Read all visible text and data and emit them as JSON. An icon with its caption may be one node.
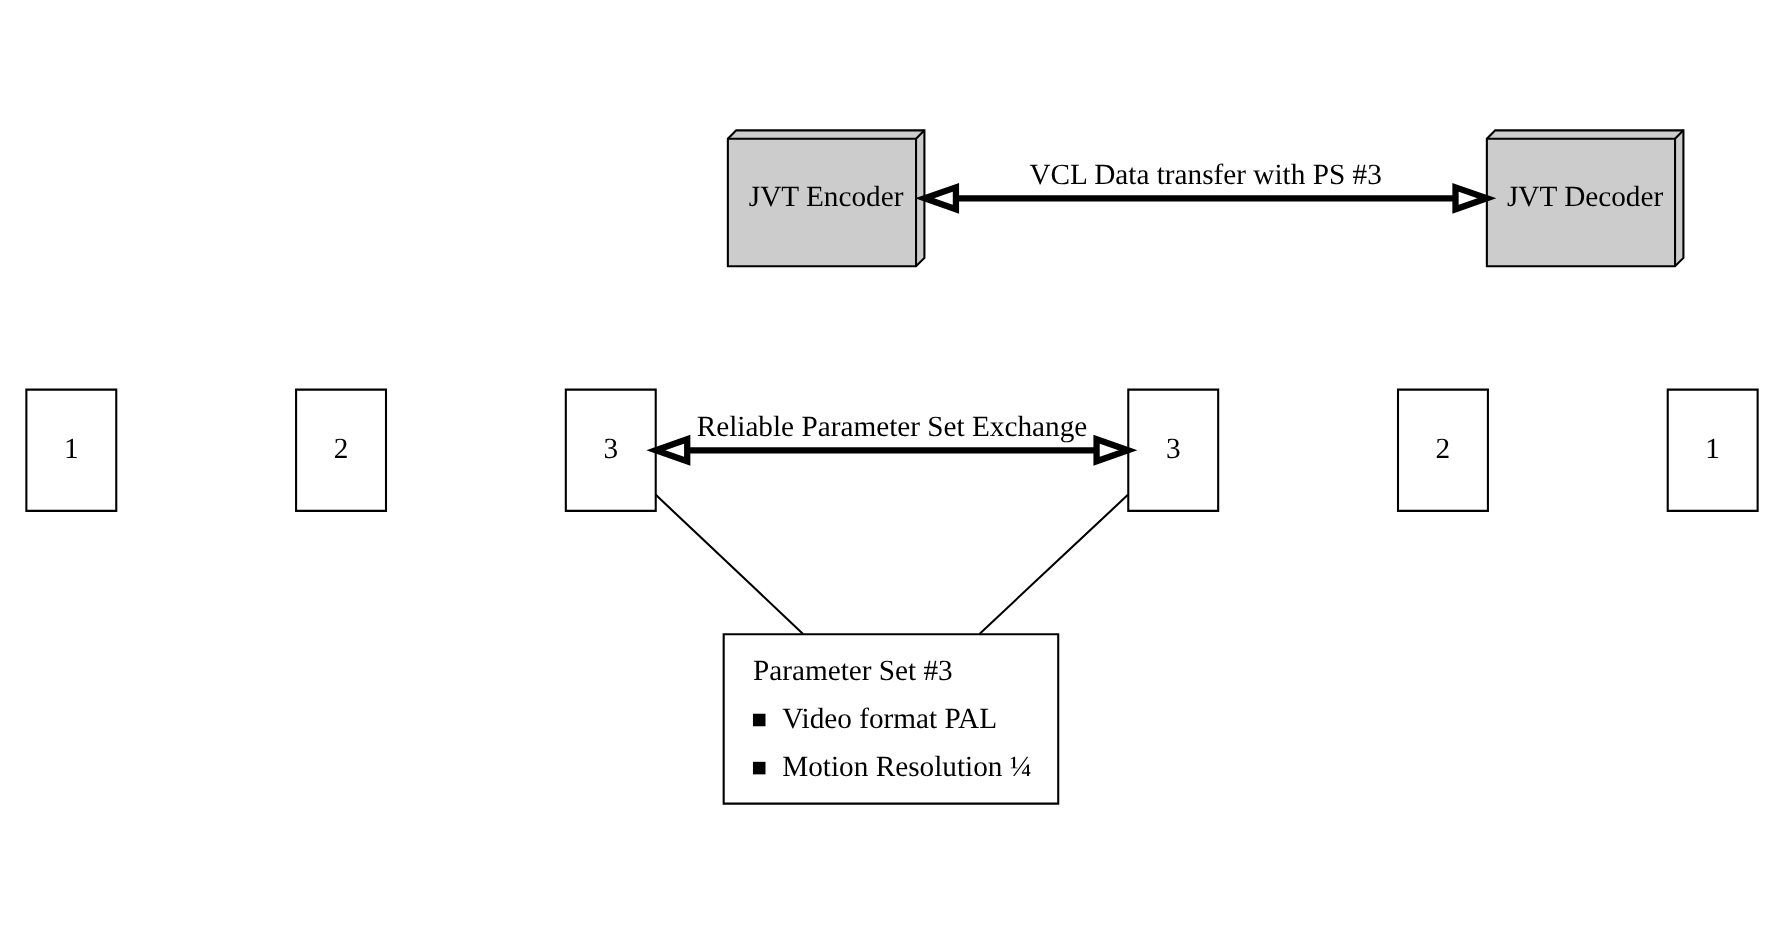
{
  "diagram": {
    "nodes": [
      {
        "text": [
          "JVT Encoder"
        ]
      },
      {
        "text": [
          "JVT Decoder"
        ]
      },
      {
        "text": [
          "1"
        ]
      },
      {
        "text": [
          "2"
        ]
      },
      {
        "text": [
          "3"
        ]
      },
      {
        "text": [
          "3"
        ]
      },
      {
        "text": [
          "2"
        ]
      },
      {
        "text": [
          "1"
        ]
      },
      {
        "text": [
          "Parameter Set #3",
          "Video format PAL",
          "Motion Resolution ¼"
        ]
      }
    ],
    "edges": [
      {
        "from": 0,
        "to": 1,
        "arrow": "both",
        "label": "VCL Data transfer with PS #3",
        "style": "thick"
      },
      {
        "from": 4,
        "to": 5,
        "arrow": "both",
        "label": "Reliable Parameter Set Exchange",
        "style": "thick"
      },
      {
        "from": 4,
        "to": 8,
        "arrow": "none"
      },
      {
        "from": 5,
        "to": 8,
        "arrow": "none"
      }
    ]
  }
}
